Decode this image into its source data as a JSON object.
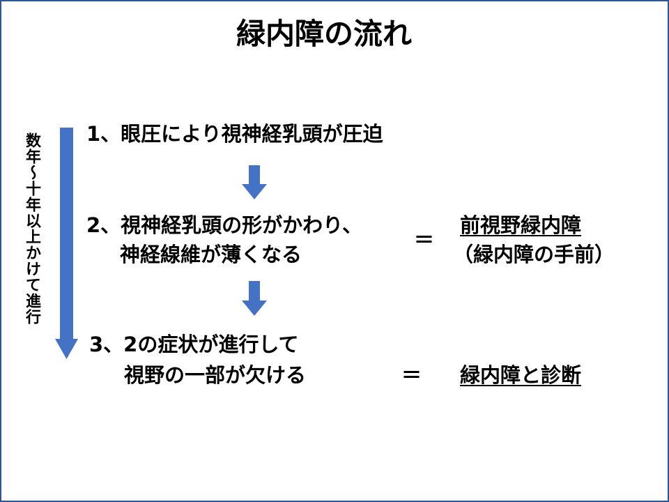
{
  "title": "緑内障の流れ",
  "timeline_label": "数年～十年以上かけて進行",
  "steps": [
    {
      "lines": [
        "1、眼圧により視神経乳頭が圧迫"
      ]
    },
    {
      "lines": [
        "2、視神経乳頭の形がかわり、",
        "神経線維が薄くなる"
      ],
      "equals": "＝",
      "result": [
        "前視野緑内障",
        "（緑内障の手前）"
      ]
    },
    {
      "lines": [
        "3、2の症状が進行して",
        "視野の一部が欠ける"
      ],
      "equals": "＝",
      "result": [
        "緑内障と診断"
      ]
    }
  ],
  "colors": {
    "arrow": "#4472C4",
    "border": "#2F5597"
  }
}
